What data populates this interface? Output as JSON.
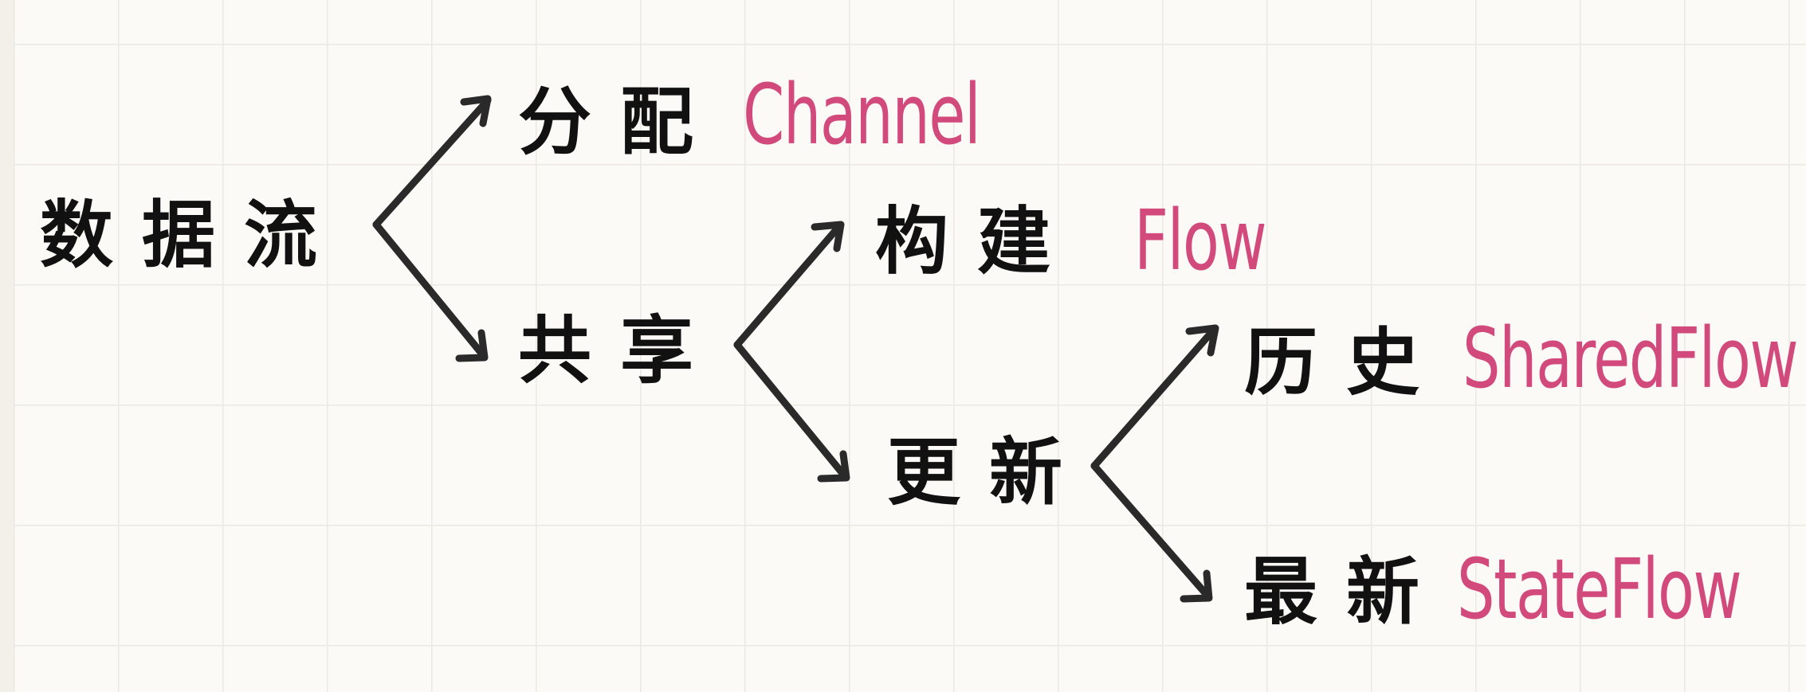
{
  "accent_color": "#d24a7c",
  "ink_color": "#111111",
  "root": {
    "label": "数据流"
  },
  "nodes": {
    "distribute": {
      "label": "分配",
      "term": "Channel"
    },
    "share": {
      "label": "共享"
    },
    "build": {
      "label": "构建",
      "term": "Flow"
    },
    "update": {
      "label": "更新"
    },
    "history": {
      "label": "历史",
      "term": "SharedFlow"
    },
    "latest": {
      "label": "最新",
      "term": "StateFlow"
    }
  }
}
